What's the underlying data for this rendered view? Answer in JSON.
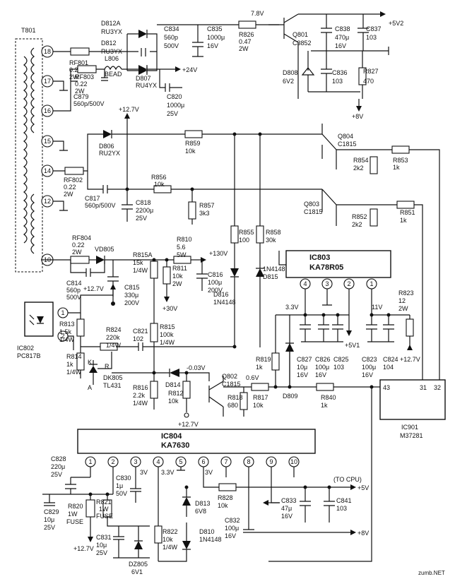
{
  "transformer": {
    "name": "T801",
    "pins": [
      "18",
      "17",
      "16",
      "15",
      "14",
      "12",
      "10"
    ]
  },
  "labels": {
    "rf801": "RF801",
    "rf801_v": "0.22",
    "rf801_w": "2W",
    "rf803": "RF803",
    "rf803_v": "0.22",
    "rf803_w": "2W",
    "rf802": "RF802",
    "rf802_v": "0.22",
    "rf802_w": "2W",
    "rf804": "RF804",
    "rf804_v": "0.22",
    "rf804_w": "2W",
    "d812a": "D812A",
    "d812a_t": "RU3YX",
    "d812": "D812",
    "d812_t": "RU3YX",
    "c834": "C834",
    "c834_v": "560p",
    "c834_w": "500V",
    "c835": "C835",
    "c835_v": "1000μ",
    "c835_w": "16V",
    "r826": "R826",
    "r826_v": "0.47",
    "r826_w": "2W",
    "v78": "7.8V",
    "q801": "Q801",
    "q801_t": "C3852",
    "c838": "C838",
    "c838_v": "470μ",
    "c838_w": "16V",
    "c837": "C837",
    "c837_v": "103",
    "plus5v2": "+5V2",
    "l806": "L806",
    "l806_t": "BEAD",
    "d807": "D807",
    "d807_t": "RU4YX",
    "plus24v": "+24V",
    "c879": "C879",
    "c879_v": "560p/500V",
    "c820": "C820",
    "c820_v": "1000μ",
    "c820_w": "25V",
    "d808": "D808",
    "d808_v": "6V2",
    "c836": "C836",
    "c836_v": "103",
    "r827": "R827",
    "r827_v": "470",
    "plus8v_top": "+8V",
    "plus12v7_a": "+12.7V",
    "d806": "D806",
    "d806_t": "RU2YX",
    "r859": "R859",
    "r859_v": "10k",
    "q804": "Q804",
    "q804_t": "C1815",
    "r854": "R854",
    "r854_v": "2k2",
    "r853": "R853",
    "r853_v": "1k",
    "r856": "R856",
    "r856_v": "10k",
    "c817": "C817",
    "c817_v": "560p/500V",
    "c818": "C818",
    "c818_v": "2200μ",
    "c818_w": "25V",
    "r857": "R857",
    "r857_v": "3k3",
    "q803": "Q803",
    "q803_t": "C1815",
    "r852": "R852",
    "r852_v": "2k2",
    "r851": "R851",
    "r851_v": "1k",
    "r855": "R855",
    "r855_v": "100",
    "r858": "R858",
    "r858_v": "30k",
    "r810": "R810",
    "r810_v": "5.6",
    "r810_w": "5W",
    "plus130v": "+130V",
    "vd805": "VD805",
    "c814": "C814",
    "c814_v": "560p",
    "c814_w": "500V",
    "r815a": "R815A",
    "r815a_v": "15k",
    "r815a_w": "1/4W",
    "r811": "R811",
    "r811_v": "10k",
    "r811_w": "2W",
    "c816": "C816",
    "c816_v": "100μ",
    "c816_w": "200V",
    "d816": "D816",
    "d816_t": "1N4148",
    "d815": "D815",
    "d815_t": "1N4148",
    "ic803": "IC803",
    "ic803_t": "KA78R05",
    "ic803_pins": [
      "4",
      "3",
      "2",
      "1"
    ],
    "plus12v7_b": "+12.7V",
    "c815": "C815",
    "c815_v": "330μ",
    "c815_w": "200V",
    "plus30v": "+30V",
    "r815": "R815",
    "r815_v": "100k",
    "r815_w": "1/4W",
    "v33_a": "3.3V",
    "c827": "C827",
    "c827_v": "10μ",
    "c827_w": "16V",
    "c826": "C826",
    "c826_v": "100μ",
    "c826_w": "16V",
    "c825": "C825",
    "c825_v": "103",
    "plus5v1": "+5V1",
    "v11": "11V",
    "c823": "C823",
    "c823_v": "100μ",
    "c823_w": "16V",
    "c824": "C824",
    "c824_v": "104",
    "r823": "R823",
    "r823_v": "12",
    "r823_w": "2W",
    "plus12v7_c": "+12.7V",
    "r813": "R813",
    "r813_v": "1.5k",
    "r813_w": "1/4W",
    "r824": "R824",
    "r824_v": "220k",
    "r824_w": "1/4W",
    "c821": "C821",
    "c821_v": "102",
    "ic802": "IC802",
    "ic802_t": "PC817B",
    "r814": "R814",
    "r814_v": "1k",
    "r814_w": "1/4W",
    "k": "K",
    "r": "R",
    "a": "A",
    "dk805": "DK805",
    "dk805_t": "TL431",
    "d814": "D814",
    "v003": "-0.03V",
    "q802": "Q802",
    "q802_t": "C1815",
    "v06": "0.6V",
    "r819": "R819",
    "r819_v": "1k",
    "r816": "R816",
    "r816_v": "2.2k",
    "r816_w": "1/4W",
    "r812": "R812",
    "r812_v": "10k",
    "r818": "R818",
    "r818_v": "680",
    "r817": "R817",
    "r817_v": "10k",
    "d809": "D809",
    "r840": "R840",
    "r840_v": "1k",
    "plus12v7_d": "+12.7V",
    "ic901": "IC901",
    "ic901_t": "M37281",
    "ic901_pins": [
      "43",
      "31",
      "32"
    ],
    "ic804": "IC804",
    "ic804_t": "KA7630",
    "ic804_pins": [
      "1",
      "2",
      "3",
      "4",
      "5",
      "6",
      "7",
      "8",
      "9",
      "10"
    ],
    "c828": "C828",
    "c828_v": "220μ",
    "c828_w": "25V",
    "c830": "C830",
    "c830_v": "1μ",
    "c830_w": "50V",
    "v3": "3V",
    "v33_b": "3.3V",
    "v3_b": "3V",
    "tocpu": "(TO CPU)",
    "plus5v": "+5V",
    "r828": "R828",
    "r828_v": "10k",
    "d813": "D813",
    "d813_v": "6V8",
    "c833": "C833",
    "c833_v": "47μ",
    "c833_w": "16V",
    "c841": "C841",
    "c841_v": "103",
    "c829": "C829",
    "c829_v": "10μ",
    "c829_w": "25V",
    "r820": "R820",
    "r820_v": "1W",
    "r820_t": "FUSE",
    "r821": "R821",
    "r821_v": "1W",
    "r821_t": "FUSE",
    "c832": "C832",
    "c832_v": "100μ",
    "c832_w": "16V",
    "plus8v_bot": "+8V",
    "r822": "R822",
    "r822_v": "10k",
    "r822_w": "1/4W",
    "d810": "D810",
    "d810_t": "1N4148",
    "c831": "C831",
    "c831_v": "10μ",
    "c831_w": "25V",
    "dz805": "DZ805",
    "dz805_v": "6V1",
    "plus12v7_e": "+12.7V",
    "watermark": "zumb.NET"
  }
}
